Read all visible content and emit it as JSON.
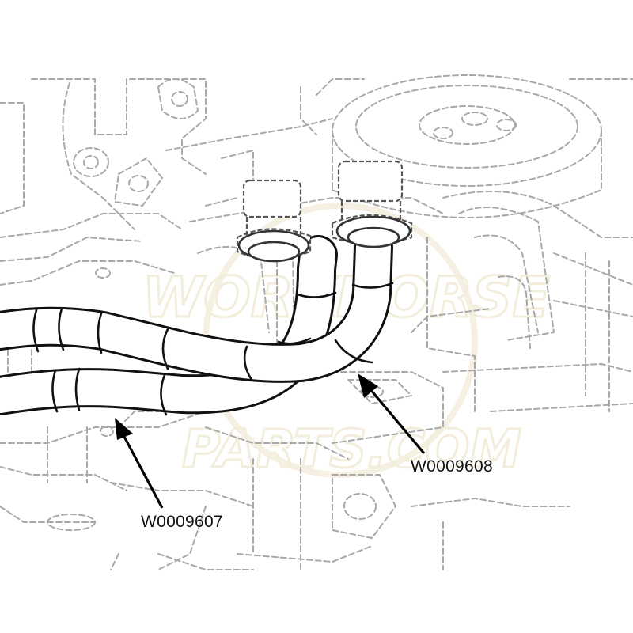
{
  "diagram": {
    "callouts": [
      {
        "part_number": "W0009607"
      },
      {
        "part_number": "W0009608"
      }
    ],
    "watermark": {
      "line1": "WORKHORSE",
      "line2": "PARTS.COM"
    },
    "colors": {
      "line_art": "#a8a8a8",
      "hose_outline": "#111111",
      "arrow": "#000000",
      "watermark": "#f2ecd9"
    }
  }
}
